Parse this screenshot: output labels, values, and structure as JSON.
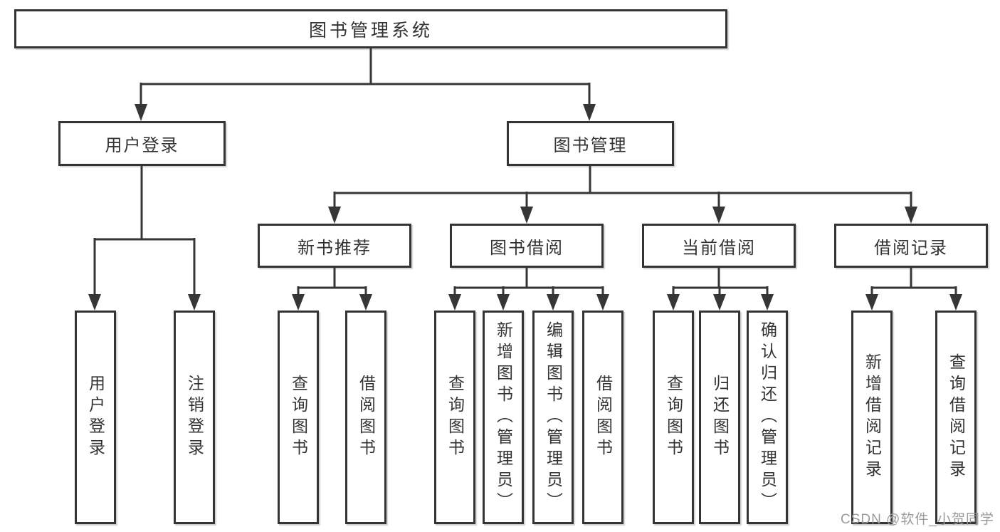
{
  "colors": {
    "line": "#363636",
    "box_border": "#343434",
    "text": "#333333",
    "background": "#ffffff",
    "watermark": "#9b9b9b"
  },
  "diagram": {
    "type": "hierarchy-tree",
    "root": {
      "label": "图书管理系统"
    },
    "level2": [
      {
        "label": "用户登录"
      },
      {
        "label": "图书管理"
      }
    ],
    "level3": [
      {
        "label": "新书推荐",
        "parent": "图书管理"
      },
      {
        "label": "图书借阅",
        "parent": "图书管理"
      },
      {
        "label": "当前借阅",
        "parent": "图书管理"
      },
      {
        "label": "借阅记录",
        "parent": "图书管理"
      }
    ],
    "leaves": [
      {
        "label": "用户登录",
        "parent": "用户登录"
      },
      {
        "label": "注销登录",
        "parent": "用户登录"
      },
      {
        "label": "查询图书",
        "parent": "新书推荐"
      },
      {
        "label": "借阅图书",
        "parent": "新书推荐"
      },
      {
        "label": "查询图书",
        "parent": "图书借阅"
      },
      {
        "label": "新增图书（管理员）",
        "parent": "图书借阅"
      },
      {
        "label": "编辑图书（管理员）",
        "parent": "图书借阅"
      },
      {
        "label": "借阅图书",
        "parent": "图书借阅"
      },
      {
        "label": "查询图书",
        "parent": "当前借阅"
      },
      {
        "label": "归还图书",
        "parent": "当前借阅"
      },
      {
        "label": "确认归还（管理员）",
        "parent": "当前借阅"
      },
      {
        "label": "新增借阅记录",
        "parent": "借阅记录"
      },
      {
        "label": "查询借阅记录",
        "parent": "借阅记录"
      }
    ]
  },
  "watermark": {
    "text": "CSDN @软件_小贺同学"
  }
}
